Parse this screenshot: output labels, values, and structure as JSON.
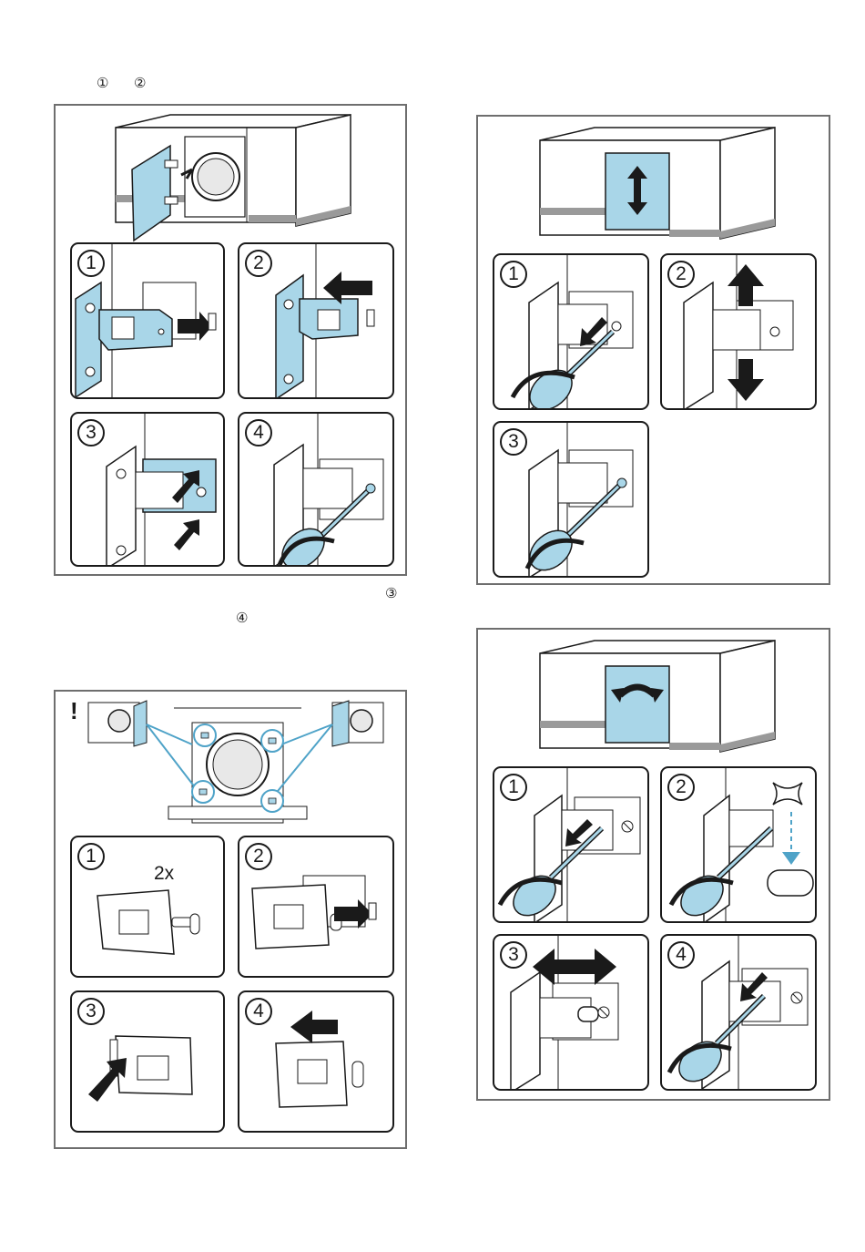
{
  "header": {
    "ref_1": "①",
    "ref_2": "②"
  },
  "notes": {
    "ref_3": "③",
    "ref_4": "④"
  },
  "colors": {
    "accent": "#a9d6e8",
    "accent_line": "#4fa3c8",
    "outline": "#1a1a1a",
    "panel_border": "#6e6e6e",
    "plinth": "#9a9a9a"
  },
  "panel_door_hinges": {
    "steps": [
      "1",
      "2",
      "3",
      "4"
    ]
  },
  "panel_height_adjust": {
    "steps": [
      "1",
      "2",
      "3"
    ]
  },
  "panel_buffers": {
    "warning": "!",
    "quantity": "2x",
    "steps": [
      "1",
      "2",
      "3",
      "4"
    ]
  },
  "panel_tilt_adjust": {
    "steps": [
      "1",
      "2",
      "3",
      "4"
    ]
  }
}
